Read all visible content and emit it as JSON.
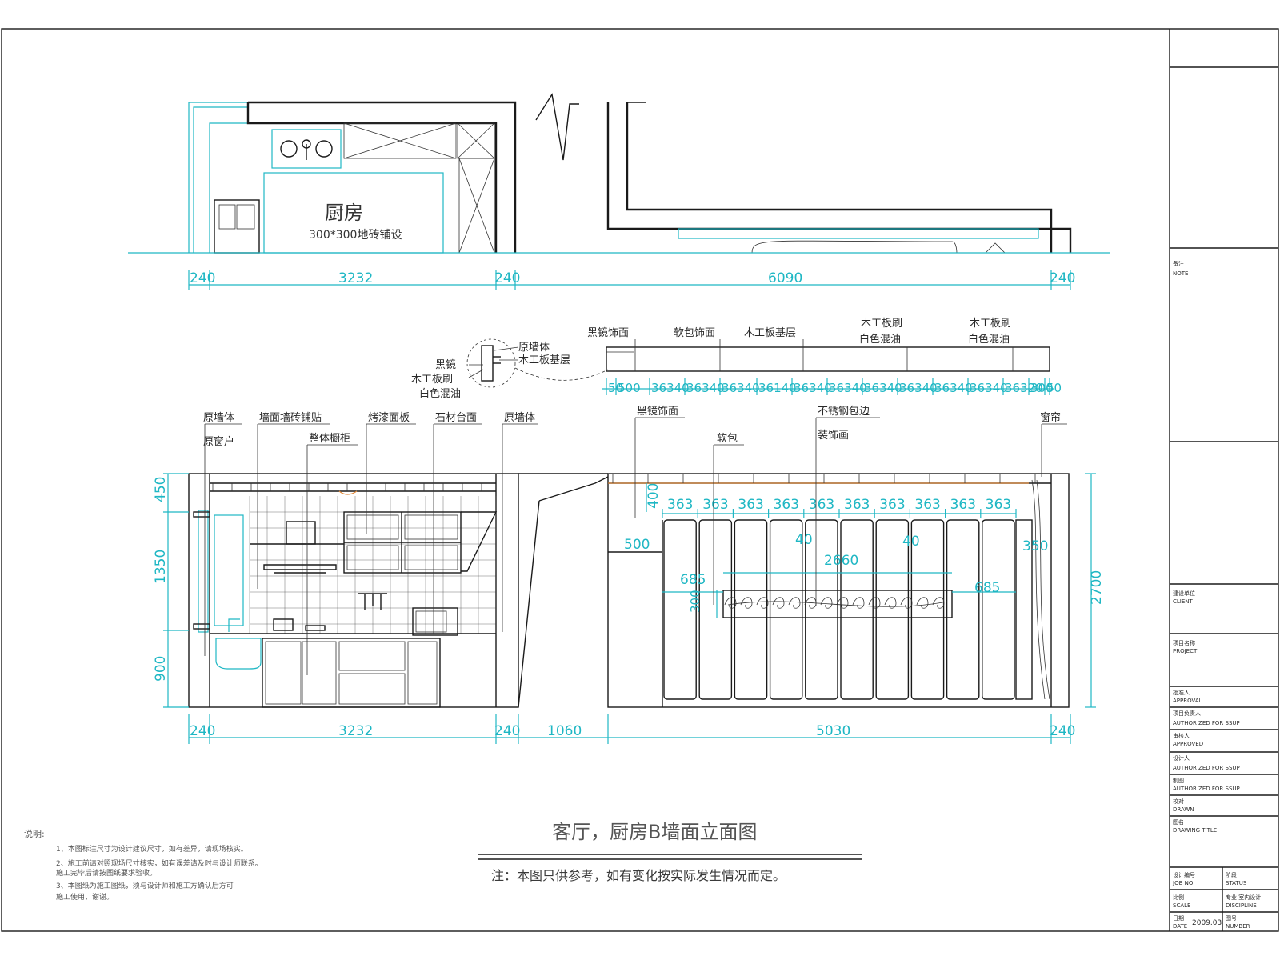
{
  "plan": {
    "room_label": "厨房",
    "floor_note": "300*300地砖铺设",
    "dims": [
      "240",
      "3232",
      "240",
      "6090",
      "240"
    ]
  },
  "detail": {
    "label_1": "原墙体",
    "label_2": "木工板基层",
    "label_3": "黑镜",
    "label_4": "木工板刷",
    "label_5": "白色混油"
  },
  "strip": {
    "labels": [
      "黑镜饰面",
      "软包饰面",
      "木工板基层",
      "木工板刷",
      "白色混油",
      "木工板刷",
      "白色混油"
    ],
    "dims": [
      "50",
      "500",
      "36340",
      "36340",
      "36340",
      "36140",
      "36340",
      "36340",
      "36340",
      "36340",
      "36340",
      "36340",
      "36320",
      "300",
      "50"
    ]
  },
  "kitchen_elev": {
    "labels": [
      "原墙体",
      "原窗户",
      "墙面墙砖铺贴",
      "整体橱柜",
      "烤漆面板",
      "石材台面",
      "原墙体"
    ],
    "heights": [
      "450",
      "1350",
      "900"
    ],
    "dims": [
      "240",
      "3232",
      "240",
      "1060"
    ]
  },
  "living_elev": {
    "labels": [
      "黑镜饰面",
      "软包",
      "不锈钢包边",
      "装饰画",
      "窗帘"
    ],
    "panel_widths": [
      "363",
      "363",
      "363",
      "363",
      "363",
      "363",
      "363",
      "363",
      "363",
      "363"
    ],
    "inner_dims": {
      "top": "400",
      "left": "500",
      "gap_a": "40",
      "gap_b": "40",
      "painting_w": "2660",
      "margin_l": "685",
      "margin_r": "685",
      "painting_h": "300",
      "right": "350",
      "total_h": "2700"
    },
    "dims": [
      "5030",
      "240"
    ]
  },
  "title": "客厅，厨房B墙面立面图",
  "note": "注：本图只供参考，如有变化按实际发生情况而定。",
  "explanations": {
    "heading": "说明:",
    "items": [
      "1、本图标注尺寸为设计建议尺寸，如有差异，请现场核实。",
      "2、施工前请对照现场尺寸核实，如有误差请及时与设计师联系。",
      "  施工完毕后请按图纸要求验收。",
      "3、本图纸为施工图纸，须与设计师和施工方确认后方可",
      "  施工使用，谢谢。"
    ]
  },
  "title_block": {
    "note": "备注",
    "note_en": "NOTE",
    "client": "建设单位",
    "client_en": "CLIENT",
    "project": "项目名称",
    "project_en": "PROJECT",
    "approval": "批准人",
    "approval_en": "APPROVAL",
    "leader": "项目负责人",
    "leader_en": "AUTHOR ZED FOR SSUP",
    "reviewer": "审核人",
    "reviewer_en": "APPROVED",
    "designer": "设计人",
    "designer_en": "AUTHOR ZED FOR SSUP",
    "drafter": "制图",
    "drafter_en": "AUTHOR ZED FOR SSUP",
    "checker": "校对",
    "checker_en": "DRAWN",
    "drawing_title": "图名",
    "drawing_title_en": "DRAWING TITLE",
    "job_no": "设计编号",
    "job_no_en": "JOB NO",
    "status": "阶段",
    "status_en": "STATUS",
    "scale": "比例",
    "scale_en": "SCALE",
    "discipline": "专业  室内设计",
    "discipline_en": "DISCIPLINE",
    "date": "日期",
    "date_en": "DATE",
    "date_val": "2009.03",
    "number": "图号",
    "number_en": "NUMBER"
  },
  "colors": {
    "dimension": "#1fb7c4",
    "line": "#1a1a1a",
    "accent": "#e08a3c"
  }
}
